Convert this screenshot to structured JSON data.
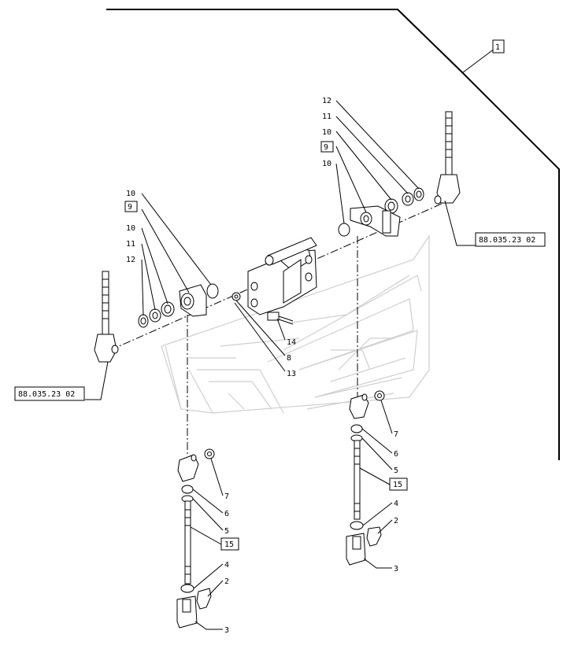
{
  "callouts": {
    "assembly_ref": "1",
    "ref_right": "88.035.23 02",
    "ref_left": "88.035.23 02",
    "right_12": "12",
    "right_11": "11",
    "right_10a": "10",
    "right_9": "9",
    "right_10b": "10",
    "left_10a": "10",
    "left_9": "9",
    "left_10b": "10",
    "left_11": "11",
    "left_12": "12",
    "center_14": "14",
    "center_8": "8",
    "center_13": "13",
    "right_rod_7": "7",
    "right_rod_6": "6",
    "right_rod_5": "5",
    "right_rod_15": "15",
    "right_rod_4": "4",
    "right_rod_2": "2",
    "right_rod_3": "3",
    "left_rod_7": "7",
    "left_rod_6": "6",
    "left_rod_5": "5",
    "left_rod_15": "15",
    "left_rod_4": "4",
    "left_rod_2": "2",
    "left_rod_3": "3"
  }
}
